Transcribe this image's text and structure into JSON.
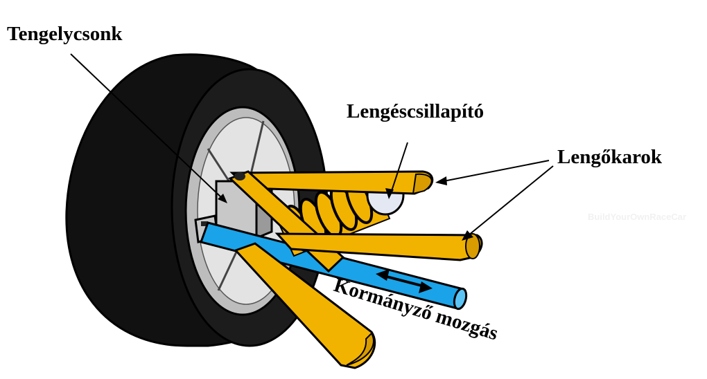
{
  "labels": {
    "stub_axle": "Tengelycsonk",
    "shock_absorber": "Lengéscsillapító",
    "control_arms": "Lengőkarok",
    "steering_motion": "Kormányző mozgás"
  },
  "watermark": "BuildYourOwnRaceCar",
  "colors": {
    "tire": "#111111",
    "rim": "#dcdcdc",
    "control_arm": "#f2b200",
    "tie_rod": "#1aa3e8",
    "spring": "#f2b200",
    "hub": "#c8c8c8",
    "outline": "#000000"
  }
}
